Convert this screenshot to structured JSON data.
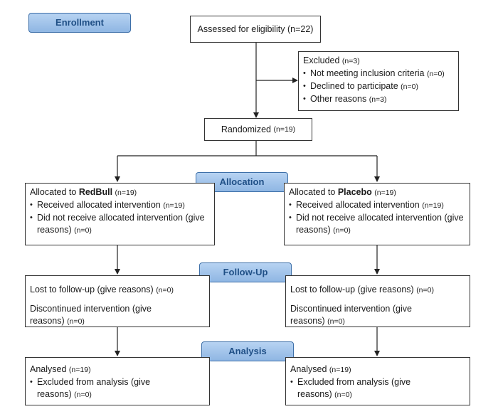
{
  "stages": {
    "enrollment": "Enrollment",
    "allocation": "Allocation",
    "followup": "Follow-Up",
    "analysis": "Analysis"
  },
  "eligibility": {
    "text": "Assessed for eligibility",
    "n": "(n=22)"
  },
  "excluded": {
    "title": "Excluded",
    "n": "(n=3)",
    "items": [
      {
        "text": "Not meeting inclusion criteria",
        "n": "(n=0)"
      },
      {
        "text": "Declined to participate",
        "n": "(n=0)"
      },
      {
        "text": "Other reasons",
        "n": "(n=3)"
      }
    ]
  },
  "randomized": {
    "text": "Randomized",
    "n": "(n=19)"
  },
  "arms": {
    "left": {
      "alloc_prefix": "Allocated to",
      "alloc_name": "RedBull",
      "alloc_n": "(n=19)",
      "received": "Received allocated intervention",
      "received_n": "(n=19)",
      "not_received": "Did not receive allocated intervention (give",
      "not_received_cont": "reasons)",
      "not_received_n": "(n=0)",
      "lost": "Lost to follow-up (give reasons)",
      "lost_n": "(n=0)",
      "discontinued": "Discontinued intervention (give reasons)",
      "discontinued_n": "(n=0)",
      "analysed": "Analysed",
      "analysed_n": "(n=19)",
      "excluded": "Excluded from analysis (give reasons)",
      "excluded_n": "(n=0)"
    },
    "right": {
      "alloc_prefix": "Allocated to",
      "alloc_name": "Placebo",
      "alloc_n": "(n=19)",
      "received": "Received allocated intervention",
      "received_n": "(n=19)",
      "not_received": "Did not receive allocated intervention (give",
      "not_received_cont": "reasons)",
      "not_received_n": "(n=0)",
      "lost": "Lost to follow-up (give reasons)",
      "lost_n": "(n=0)",
      "discontinued": "Discontinued intervention (give reasons)",
      "discontinued_n": "(n=0)",
      "analysed": "Analysed",
      "analysed_n": "(n=19)",
      "excluded": "Excluded from analysis (give reasons)",
      "excluded_n": "(n=0)"
    }
  },
  "colors": {
    "stage_fill": "#a7c6ec",
    "stage_border": "#3d6fa8",
    "stage_text": "#1f4f86",
    "line": "#222222"
  }
}
